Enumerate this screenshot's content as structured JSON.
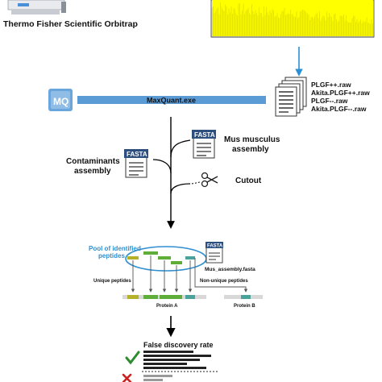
{
  "instrument": {
    "label": "Thermo Fisher Scientific Orbitrap"
  },
  "spectrum": {
    "fill_color": "#ffff00",
    "frame_color": "#7a7a00"
  },
  "raw_files": {
    "icon": "stacked-documents-icon",
    "files": [
      "PLGF++.raw",
      "Akita.PLGF++.raw",
      "PLGF--.raw",
      "Akita.PLGF--.raw"
    ]
  },
  "maxquant": {
    "logo_text": "MQ",
    "exe_label": "MaxQuant.exe",
    "bar_color": "#5b9bd5"
  },
  "inputs": {
    "fasta_badge": "FASTA",
    "mus_musculus_line1": "Mus musculus",
    "mus_musculus_line2": "assembly",
    "contaminants_line1": "Contaminants",
    "contaminants_line2": "assembly",
    "cutout_label": "Cutout",
    "scissors_icon": "scissors-icon"
  },
  "peptide_mapping": {
    "pool_line1": "Pool of identified",
    "pool_line2": "peptides",
    "fasta_badge": "FASTA",
    "fasta_file": "Mus_assembly.fasta",
    "unique_label": "Unique peptides",
    "non_unique_label": "Non-unique peptides",
    "protein_a": "Protein A",
    "protein_b": "Protein B",
    "colors": {
      "olive": "#b5b22a",
      "green": "#5fae3a",
      "teal": "#4aa39a",
      "ellipse": "#2f8fd0"
    }
  },
  "fdr": {
    "title": "False discovery rate",
    "check_icon": "check-icon",
    "cross_icon": "cross-icon",
    "check_color": "#2e8b2e",
    "cross_color": "#cc2020"
  }
}
